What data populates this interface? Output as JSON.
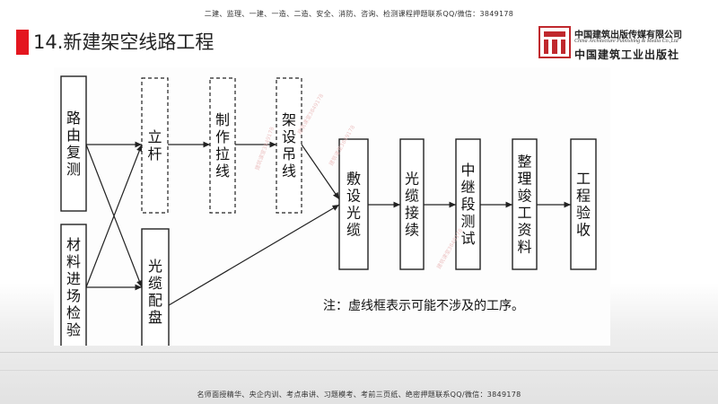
{
  "header_banner": "二建、监理、一建、一造、二造、安全、消防、咨询、检测课程押题联系QQ/微信：3849178",
  "footer_banner": "名师面授精华、央企内训、考点串讲、习题模考、考前三页纸、绝密押题联系QQ/微信：3849178",
  "title": "14.新建架空线路工程",
  "publisher": {
    "name_cn": "中国建筑出版传媒有限公司",
    "name_en": "China Architecture Publishing & Media Co.,Ltd",
    "name_calligraphy": "中国建筑工业出版社"
  },
  "colors": {
    "accent": "#e4161f",
    "logo": "#c0282d"
  },
  "diagram": {
    "nodes": [
      {
        "id": "route-survey",
        "label": "路由复测",
        "style": "solid"
      },
      {
        "id": "material-inspect",
        "label": "材料进场检验",
        "style": "solid"
      },
      {
        "id": "pole",
        "label": "立杆",
        "style": "dashed"
      },
      {
        "id": "cable-reel",
        "label": "光缆配盘",
        "style": "solid"
      },
      {
        "id": "guy-wire",
        "label": "制作拉线",
        "style": "dashed"
      },
      {
        "id": "messenger-wire",
        "label": "架设吊线",
        "style": "dashed"
      },
      {
        "id": "lay-cable",
        "label": "敷设光缆",
        "style": "solid"
      },
      {
        "id": "splice",
        "label": "光缆接续",
        "style": "solid"
      },
      {
        "id": "relay-test",
        "label": "中继段测试",
        "style": "solid"
      },
      {
        "id": "docs",
        "label": "整理竣工资料",
        "style": "solid"
      },
      {
        "id": "acceptance",
        "label": "工程验收",
        "style": "solid"
      }
    ],
    "note": "注：虚线框表示可能不涉及的工序。",
    "watermark": "建筑课堂3849178"
  }
}
